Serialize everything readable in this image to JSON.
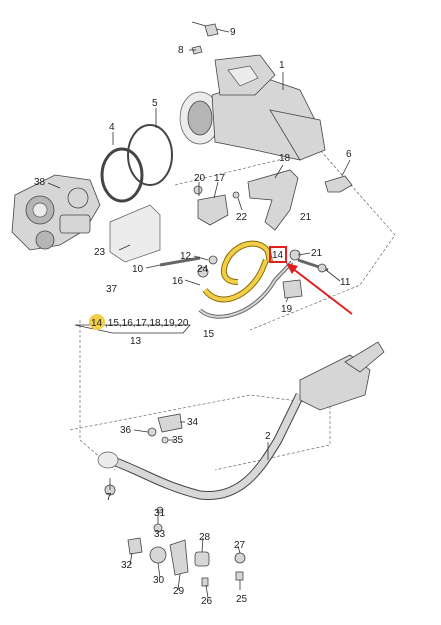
{
  "callouts": {
    "c1": "1",
    "c2": "2",
    "c4": "4",
    "c5": "5",
    "c6": "6",
    "c7": "7",
    "c8": "8",
    "c9": "9",
    "c10": "10",
    "c11": "11",
    "c12": "12",
    "c13": "13",
    "c14": "14",
    "c15": "15",
    "c16": "16",
    "c17": "17",
    "c18": "18",
    "c19": "19",
    "c20": "20",
    "c21a": "21",
    "c21b": "21",
    "c22": "22",
    "c23": "23",
    "c24": "24",
    "c25": "25",
    "c26": "26",
    "c27": "27",
    "c28": "28",
    "c29": "29",
    "c30": "30",
    "c31": "31",
    "c32": "32",
    "c33": "33",
    "c34": "34",
    "c35": "35",
    "c36": "36",
    "c37": "37",
    "c38": "38"
  },
  "group": {
    "highlight_num": "14",
    "rest": ",15,16,17,18,19,20"
  },
  "colors": {
    "highlight": "#f2cf4a",
    "arrow": "#e02020",
    "box": "#e02020"
  }
}
